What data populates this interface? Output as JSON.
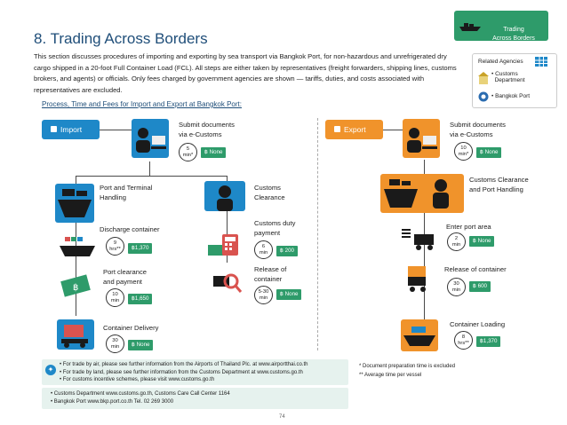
{
  "header": {
    "title": "8. Trading Across Borders",
    "tag_label": "Trading\nAcross Borders",
    "intro": "This section discusses procedures of importing and exporting by sea transport via Bangkok Port, for non-hazardous and unrefrigerated dry cargo shipped in a 20-foot Full Container Load (FCL). All steps are either taken by representatives (freight forwarders, shipping lines, customs brokers, and agents) or officials. Only fees charged by government agencies are shown — tariffs, duties, and costs associated with representatives are excluded.",
    "subheading": "Process, Time and Fees for Import and Export at Bangkok Port:"
  },
  "related": {
    "title": "Related Agencies",
    "items": [
      "• Customs\n  Department",
      "• Bangkok Port"
    ]
  },
  "import": {
    "label": "Import",
    "color": "#1e88c8",
    "steps": {
      "submit": {
        "label": "Submit documents\nvia e-Customs",
        "time": "5\nmin*",
        "cost": "฿ None"
      },
      "port_handling": {
        "label": "Port and Terminal\nHandling"
      },
      "discharge": {
        "label": "Discharge container",
        "time": "9\nhrs**",
        "cost": "฿1,370"
      },
      "clearance_payment": {
        "label": "Port clearance\nand payment",
        "time": "10\nmin",
        "cost": "฿1,650"
      },
      "delivery": {
        "label": "Container Delivery",
        "time": "30\nmin",
        "cost": "฿ None"
      },
      "customs_clearance": {
        "label": "Customs\nClearance"
      },
      "duty_payment": {
        "label": "Customs duty\npayment",
        "time": "6\nmin",
        "cost": "฿  200"
      },
      "release": {
        "label": "Release of\ncontainer",
        "time": "5-30\nmin",
        "cost": "฿ None"
      }
    }
  },
  "export": {
    "label": "Export",
    "color": "#f0932b",
    "steps": {
      "submit": {
        "label": "Submit documents\nvia e-Customs",
        "time": "10\nmin*",
        "cost": "฿ None"
      },
      "clearance_port": {
        "label": "Customs Clearance\nand Port Handling"
      },
      "enter_port": {
        "label": "Enter port area",
        "time": "2\nmin",
        "cost": "฿ None"
      },
      "release": {
        "label": "Release of container",
        "time": "30\nmin",
        "cost": "฿  600"
      },
      "loading": {
        "label": "Container Loading",
        "time": "8\nhrs**",
        "cost": "฿1,370"
      }
    }
  },
  "notes": {
    "trade_lines": [
      "• For trade by air, please see further information from the Airports of Thailand Plc. at www.airportthai.co.th",
      "• For trade by land, please see further information from the Customs Department at www.customs.go.th",
      "• For customs incentive schemes, please visit www.customs.go.th"
    ],
    "contact_lines": [
      "•  Customs Department www.customs.go.th, Customs Care Call Center 1164",
      "•  Bangkok Port www.bkp.port.co.th Tel. 02 269 3000"
    ],
    "footnote_1": "* Document preparation time is excluded",
    "footnote_2": "** Average time per vessel"
  },
  "page_number": "74"
}
